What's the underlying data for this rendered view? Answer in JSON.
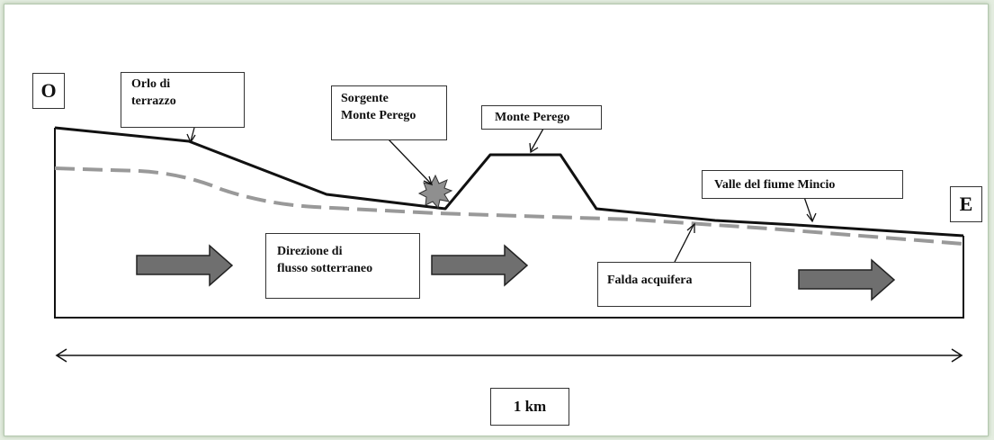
{
  "diagram": {
    "west_label": "O",
    "east_label": "E",
    "terrace_edge": {
      "line1": "Orlo di",
      "line2": "terrazzo"
    },
    "spring": {
      "line1": "Sorgente",
      "line2": "Monte Perego"
    },
    "hill": "Monte Perego",
    "valley": "Valle del fiume Mincio",
    "flow_direction": {
      "line1": "Direzione di",
      "line2": "flusso sotterraneo"
    },
    "water_table": "Falda acquifera",
    "scale": "1 km"
  },
  "colors": {
    "terrain_line": "#111111",
    "water_table_line": "#999999",
    "flow_arrow_fill": "#6f6f6f",
    "background": "#e4ede0"
  }
}
